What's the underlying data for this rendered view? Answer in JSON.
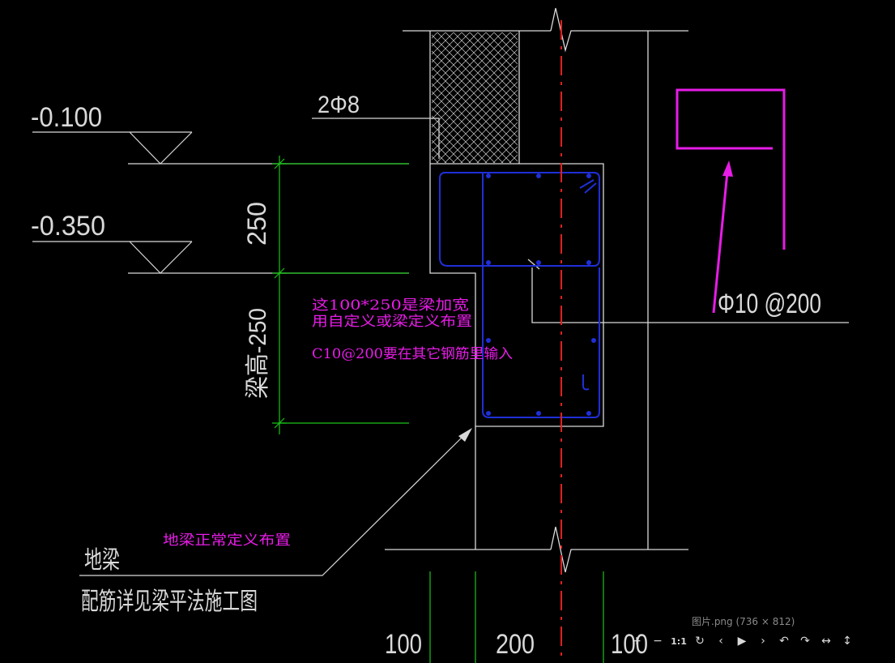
{
  "drawing": {
    "levels": {
      "upper": "-0.100",
      "lower": "-0.350"
    },
    "rebar_top": "2Φ8",
    "stirrup_callout": "Φ10 @200",
    "dims": {
      "top_segment": "250",
      "bottom_segment": "梁高-250",
      "bottom": [
        "100",
        "200",
        "100"
      ]
    },
    "title": {
      "line1": "地梁",
      "line2": "配筋详见梁平法施工图"
    },
    "notes": {
      "widen_line1": "这100*250是梁加宽",
      "widen_line2": "用自定义或梁定义布置",
      "extra_rebar": "C10@200要在其它钢筋里输入",
      "ground_beam": "地梁正常定义布置"
    }
  },
  "viewer": {
    "caption": "图片.png (736 × 812)",
    "toolbar": [
      {
        "name": "zoom-in-button",
        "label": "+"
      },
      {
        "name": "zoom-out-button",
        "label": "−"
      },
      {
        "name": "actual-size-button",
        "label": "1:1"
      },
      {
        "name": "rotate-button",
        "label": "↻"
      },
      {
        "name": "previous-button",
        "label": "‹"
      },
      {
        "name": "slideshow-button",
        "label": "▶"
      },
      {
        "name": "next-button",
        "label": "›"
      },
      {
        "name": "undo-button",
        "label": "↶"
      },
      {
        "name": "redo-button",
        "label": "↷"
      },
      {
        "name": "fit-width-button",
        "label": "↔"
      },
      {
        "name": "fit-height-button",
        "label": "↕"
      }
    ]
  },
  "colors": {
    "line": "#d9d9d9",
    "dimension": "#19c419",
    "rebar": "#1f2fd8",
    "axis": "#e02020",
    "annotation": "#e81ce8"
  }
}
